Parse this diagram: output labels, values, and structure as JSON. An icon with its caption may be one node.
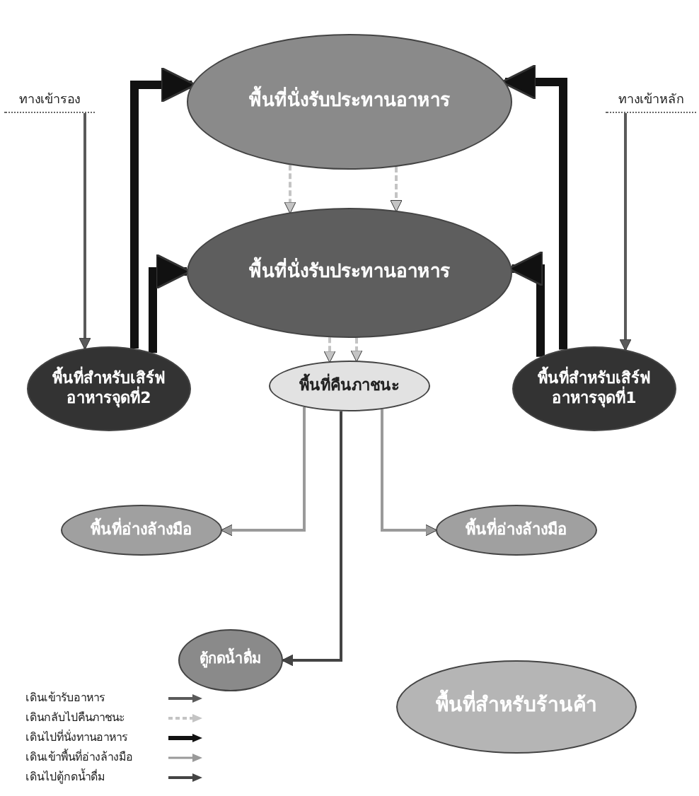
{
  "diagram": {
    "nodes": [
      {
        "text": [
          "ทางเข้ารอง"
        ]
      },
      {
        "text": [
          "ทางเข้าหลัก"
        ]
      },
      {
        "text": [
          "พื้นที่นั่งรับประทานอาหาร"
        ]
      },
      {
        "text": [
          "พื้นที่นั่งรับประทานอาหาร"
        ]
      },
      {
        "text": [
          "พื้นที่สำหรับเสิร์ฟ อาหารจุดที่2"
        ]
      },
      {
        "text": [
          "พื้นที่คืนภาชนะ"
        ]
      },
      {
        "text": [
          "พื้นที่สำหรับเสิร์ฟ อาหารจุดที่1"
        ]
      },
      {
        "text": [
          "พื้นที่อ่างล้างมือ"
        ]
      },
      {
        "text": [
          "พื้นที่อ่างล้างมือ"
        ]
      },
      {
        "text": [
          "ตู้กดน้ำดื่ม"
        ]
      },
      {
        "text": [
          "พื้นที่สำหรับร้านค้า"
        ]
      }
    ],
    "edges": [
      {
        "from": 0,
        "to": 4,
        "arrow": "to",
        "color": "#5a5a5a"
      },
      {
        "from": 1,
        "to": 6,
        "arrow": "to",
        "color": "#5a5a5a"
      },
      {
        "from": 4,
        "to": 2,
        "arrow": "to",
        "style": "thick"
      },
      {
        "from": 4,
        "to": 3,
        "arrow": "to",
        "style": "thick"
      },
      {
        "from": 6,
        "to": 2,
        "arrow": "to",
        "style": "thick"
      },
      {
        "from": 6,
        "to": 3,
        "arrow": "to",
        "style": "thick"
      },
      {
        "from": 2,
        "to": 3,
        "arrow": "to",
        "style": "dashed",
        "color": "#c4c4c4"
      },
      {
        "from": 2,
        "to": 3,
        "arrow": "to",
        "style": "dashed",
        "color": "#c4c4c4"
      },
      {
        "from": 3,
        "to": 5,
        "arrow": "to",
        "style": "dashed",
        "color": "#c4c4c4"
      },
      {
        "from": 3,
        "to": 5,
        "arrow": "to",
        "style": "dashed",
        "color": "#c4c4c4"
      },
      {
        "from": 5,
        "to": 7,
        "arrow": "to",
        "color": "#9a9a9a"
      },
      {
        "from": 5,
        "to": 8,
        "arrow": "to",
        "color": "#9a9a9a"
      },
      {
        "from": 5,
        "to": 9,
        "arrow": "to",
        "color": "#444444"
      }
    ],
    "legend": [
      {
        "text": "เดินเข้ารับอาหาร"
      },
      {
        "text": "เดินกลับไปคืนภาชนะ"
      },
      {
        "text": "เดินไปที่นั่งทานอาหาร"
      },
      {
        "text": "เดินเข้าพื้นที่อ่างล้างมือ"
      },
      {
        "text": "เดินไปตู้กดน้ำดื่ม"
      }
    ]
  }
}
